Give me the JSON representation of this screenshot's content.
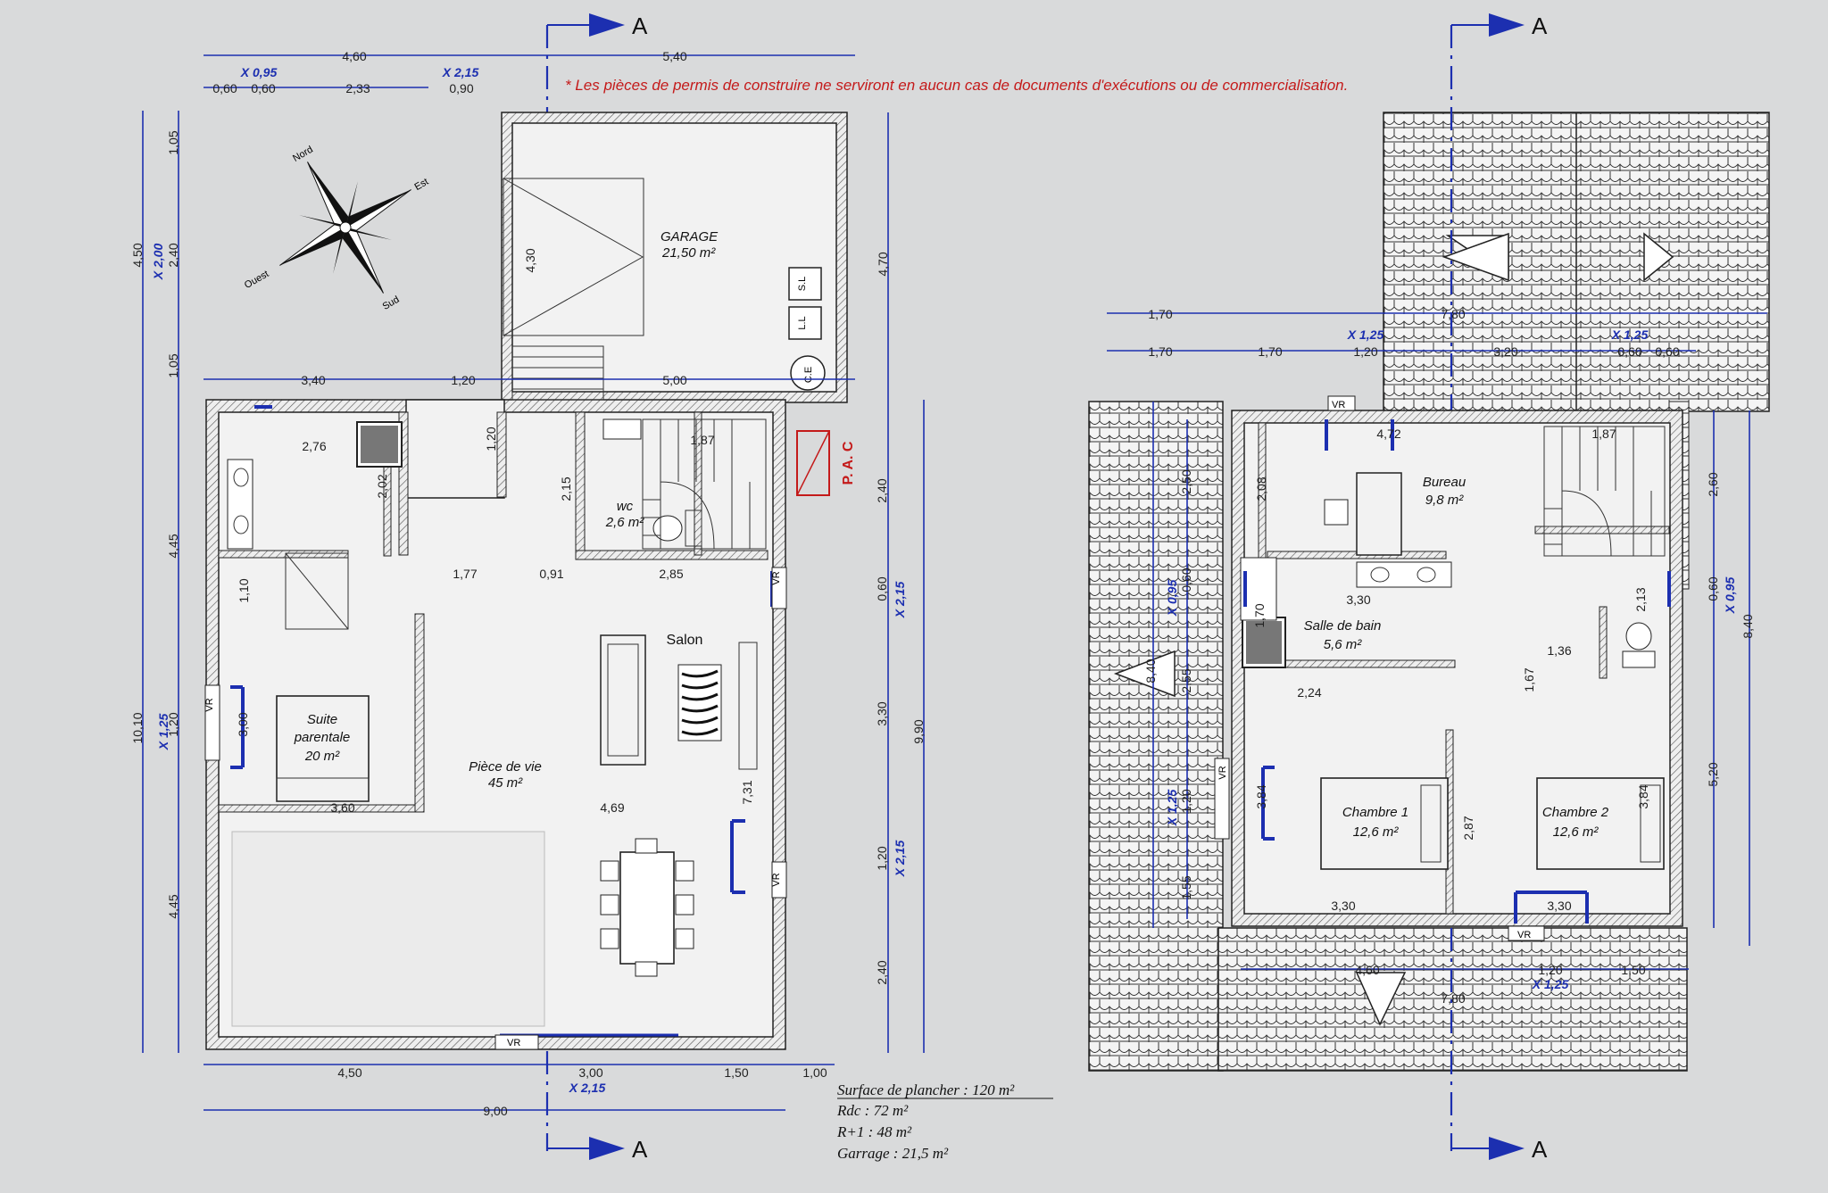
{
  "notice": "* Les pièces de permis de construire ne serviront en aucun cas de documents d'exécutions ou de commercialisation.",
  "section_marker": "A",
  "compass": {
    "north": "Nord",
    "east": "Est",
    "south": "Sud",
    "west": "Ouest"
  },
  "ground_floor": {
    "rooms": {
      "garage": {
        "name": "GARAGE",
        "area": "21,50 m²"
      },
      "wc": {
        "name": "wc",
        "area": "2,6 m²"
      },
      "salon": {
        "name": "Salon"
      },
      "suite": {
        "name1": "Suite",
        "name2": "parentale",
        "area": "20 m²"
      },
      "piece_vie": {
        "name": "Pièce de vie",
        "area": "45 m²"
      }
    },
    "labels": {
      "sl": "S.L",
      "ll": "L.L",
      "ce": "C.E",
      "pac": "P. A. C",
      "vr": "VR"
    },
    "dims_top": [
      "4,60",
      "5,40"
    ],
    "dims_top_blue": [
      "X 0,95",
      "X 2,15"
    ],
    "dims_top_row": [
      "0,60",
      "0,60",
      "2,33",
      "0,90"
    ],
    "dims_mid": [
      "3,40",
      "1,20",
      "5,00"
    ],
    "dims_inner": [
      "2,76",
      "2,02",
      "1,20",
      "2,15",
      "1,87",
      "1,77",
      "0,91",
      "2,85",
      "1,10",
      "3,00",
      "3,60",
      "4,69",
      "7,31",
      "4,30"
    ],
    "dims_bottom": [
      "4,50",
      "3,00",
      "1,50",
      "1,00",
      "9,00"
    ],
    "dims_bottom_blue": "X 2,15",
    "dims_left": [
      "4,50",
      "1,05",
      "2,40",
      "1,05",
      "4,45",
      "1,20",
      "4,45",
      "10,10"
    ],
    "dims_left_blue": [
      "X 2,00",
      "X 1,25"
    ],
    "dims_right": [
      "4,70",
      "2,40",
      "0,60",
      "3,30",
      "1,20",
      "2,40",
      "9,90"
    ],
    "dims_right_blue": [
      "X 2,15",
      "X 2,15"
    ]
  },
  "first_floor": {
    "rooms": {
      "bureau": {
        "name": "Bureau",
        "area": "9,8 m²"
      },
      "sdb": {
        "name": "Salle de bain",
        "area": "5,6 m²"
      },
      "ch1": {
        "name": "Chambre 1",
        "area": "12,6 m²"
      },
      "ch2": {
        "name": "Chambre 2",
        "area": "12,6 m²"
      }
    },
    "dims_top": [
      "1,70",
      "7,80",
      "1,70",
      "1,70",
      "1,20",
      "3,20",
      "0,60",
      "0,60"
    ],
    "dims_top_blue": [
      "X 1,25",
      "X 1,25"
    ],
    "dims_inner": [
      "4,72",
      "1,87",
      "2,08",
      "3,30",
      "1,70",
      "2,24",
      "2,13",
      "1,36",
      "1,67",
      "3,84",
      "2,87",
      "3,84",
      "3,30",
      "3,30",
      "8,40",
      "2,55",
      "1,20",
      "1,55",
      "2,50",
      "0,60"
    ],
    "dims_bottom": [
      "4,60",
      "1,20",
      "1,50",
      "7,80"
    ],
    "dims_bottom_blue": "X 1,25",
    "dims_left_blue": [
      "X 0,95",
      "X 1,25"
    ],
    "dims_right": [
      "2,60",
      "0,60",
      "5,20",
      "8,40"
    ],
    "dims_right_blue": "X 0,95"
  },
  "surface": {
    "title": "Surface de plancher : 120 m²",
    "rdc": "Rdc  : 72 m²",
    "r1": "R+1 : 48 m²",
    "garage": "Garrage : 21,5 m²"
  }
}
